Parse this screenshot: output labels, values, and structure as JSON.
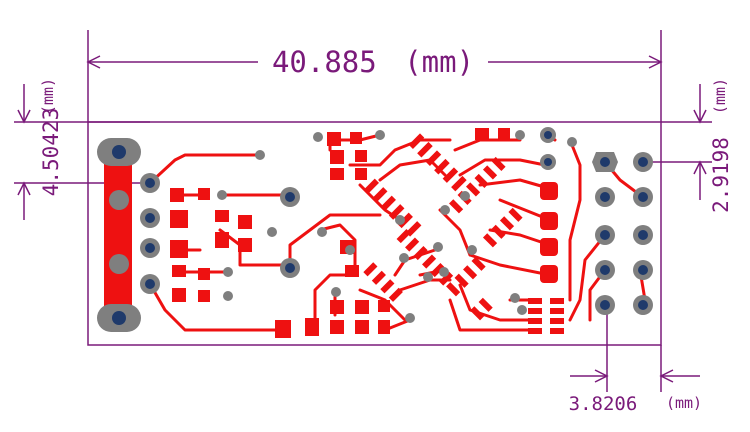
{
  "dimensions": {
    "width": {
      "value": "40.885",
      "unit": "(mm)"
    },
    "left_offset": {
      "value": "4.50423",
      "unit": "(mm)"
    },
    "right_offset": {
      "value": "2.9198",
      "unit": "(mm)"
    },
    "bottom_offset": {
      "value": "3.8206",
      "unit": "(mm)"
    }
  },
  "colors": {
    "dimension": "#7a1a7a",
    "copper": "#ee1111",
    "pad_ring": "#7f7f7f",
    "drill": "#1f3a6b",
    "outline": "#7a1a7a",
    "background": "#ffffff"
  }
}
